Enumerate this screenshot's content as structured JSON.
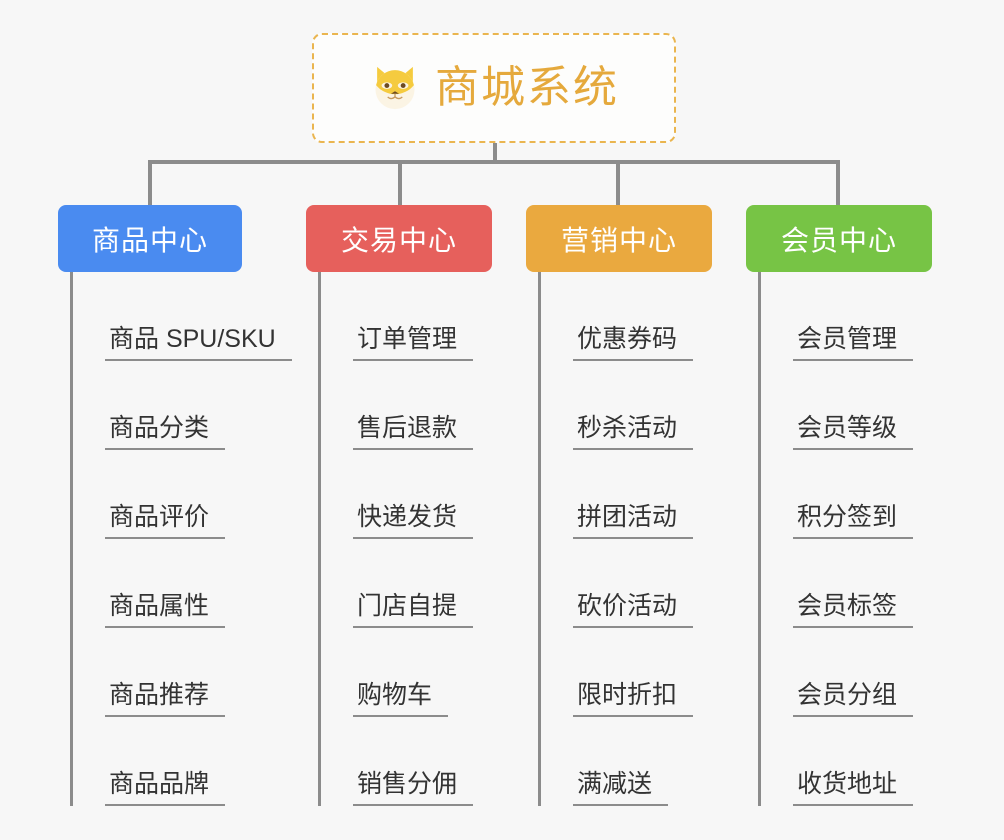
{
  "page": {
    "background_color": "#f7f7f7",
    "line_color": "#8c8c8c",
    "text_color": "#333333"
  },
  "root": {
    "title": "商城系统",
    "icon": "shiba-dog-face-icon",
    "border_color": "#eab54f",
    "title_color": "#e5a93c",
    "background_color": "#fdfdfc"
  },
  "columns": [
    {
      "id": "product-center",
      "label": "商品中心",
      "color": "#4a8bf0",
      "items": [
        "商品 SPU/SKU",
        "商品分类",
        "商品评价",
        "商品属性",
        "商品推荐",
        "商品品牌"
      ]
    },
    {
      "id": "trade-center",
      "label": "交易中心",
      "color": "#e6605c",
      "items": [
        "订单管理",
        "售后退款",
        "快递发货",
        "门店自提",
        "购物车",
        "销售分佣"
      ]
    },
    {
      "id": "marketing-center",
      "label": "营销中心",
      "color": "#eaa93f",
      "items": [
        "优惠券码",
        "秒杀活动",
        "拼团活动",
        "砍价活动",
        "限时折扣",
        "满减送"
      ]
    },
    {
      "id": "member-center",
      "label": "会员中心",
      "color": "#77c445",
      "items": [
        "会员管理",
        "会员等级",
        "积分签到",
        "会员标签",
        "会员分组",
        "收货地址"
      ]
    }
  ]
}
